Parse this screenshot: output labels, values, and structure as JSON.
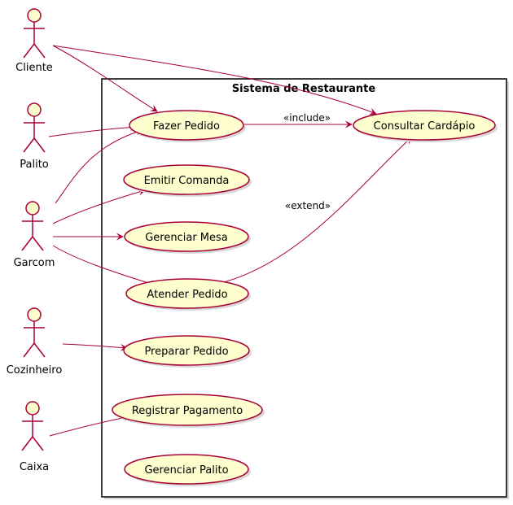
{
  "diagram": {
    "system_title": "Sistema de Restaurante",
    "actors": {
      "cliente": "Cliente",
      "palito": "Palito",
      "garcom": "Garcom",
      "cozinheiro": "Cozinheiro",
      "caixa": "Caixa"
    },
    "use_cases": {
      "fazer_pedido": "Fazer Pedido",
      "consultar_cardapio": "Consultar Cardápio",
      "emitir_comanda": "Emitir Comanda",
      "gerenciar_mesa": "Gerenciar Mesa",
      "atender_pedido": "Atender Pedido",
      "preparar_pedido": "Preparar Pedido",
      "registrar_pagamento": "Registrar Pagamento",
      "gerenciar_palito": "Gerenciar Palito"
    },
    "relations": {
      "include_label": "«include»",
      "extend_label": "«extend»"
    },
    "colors": {
      "stroke": "#A80036",
      "fill": "#FEFECE"
    }
  }
}
